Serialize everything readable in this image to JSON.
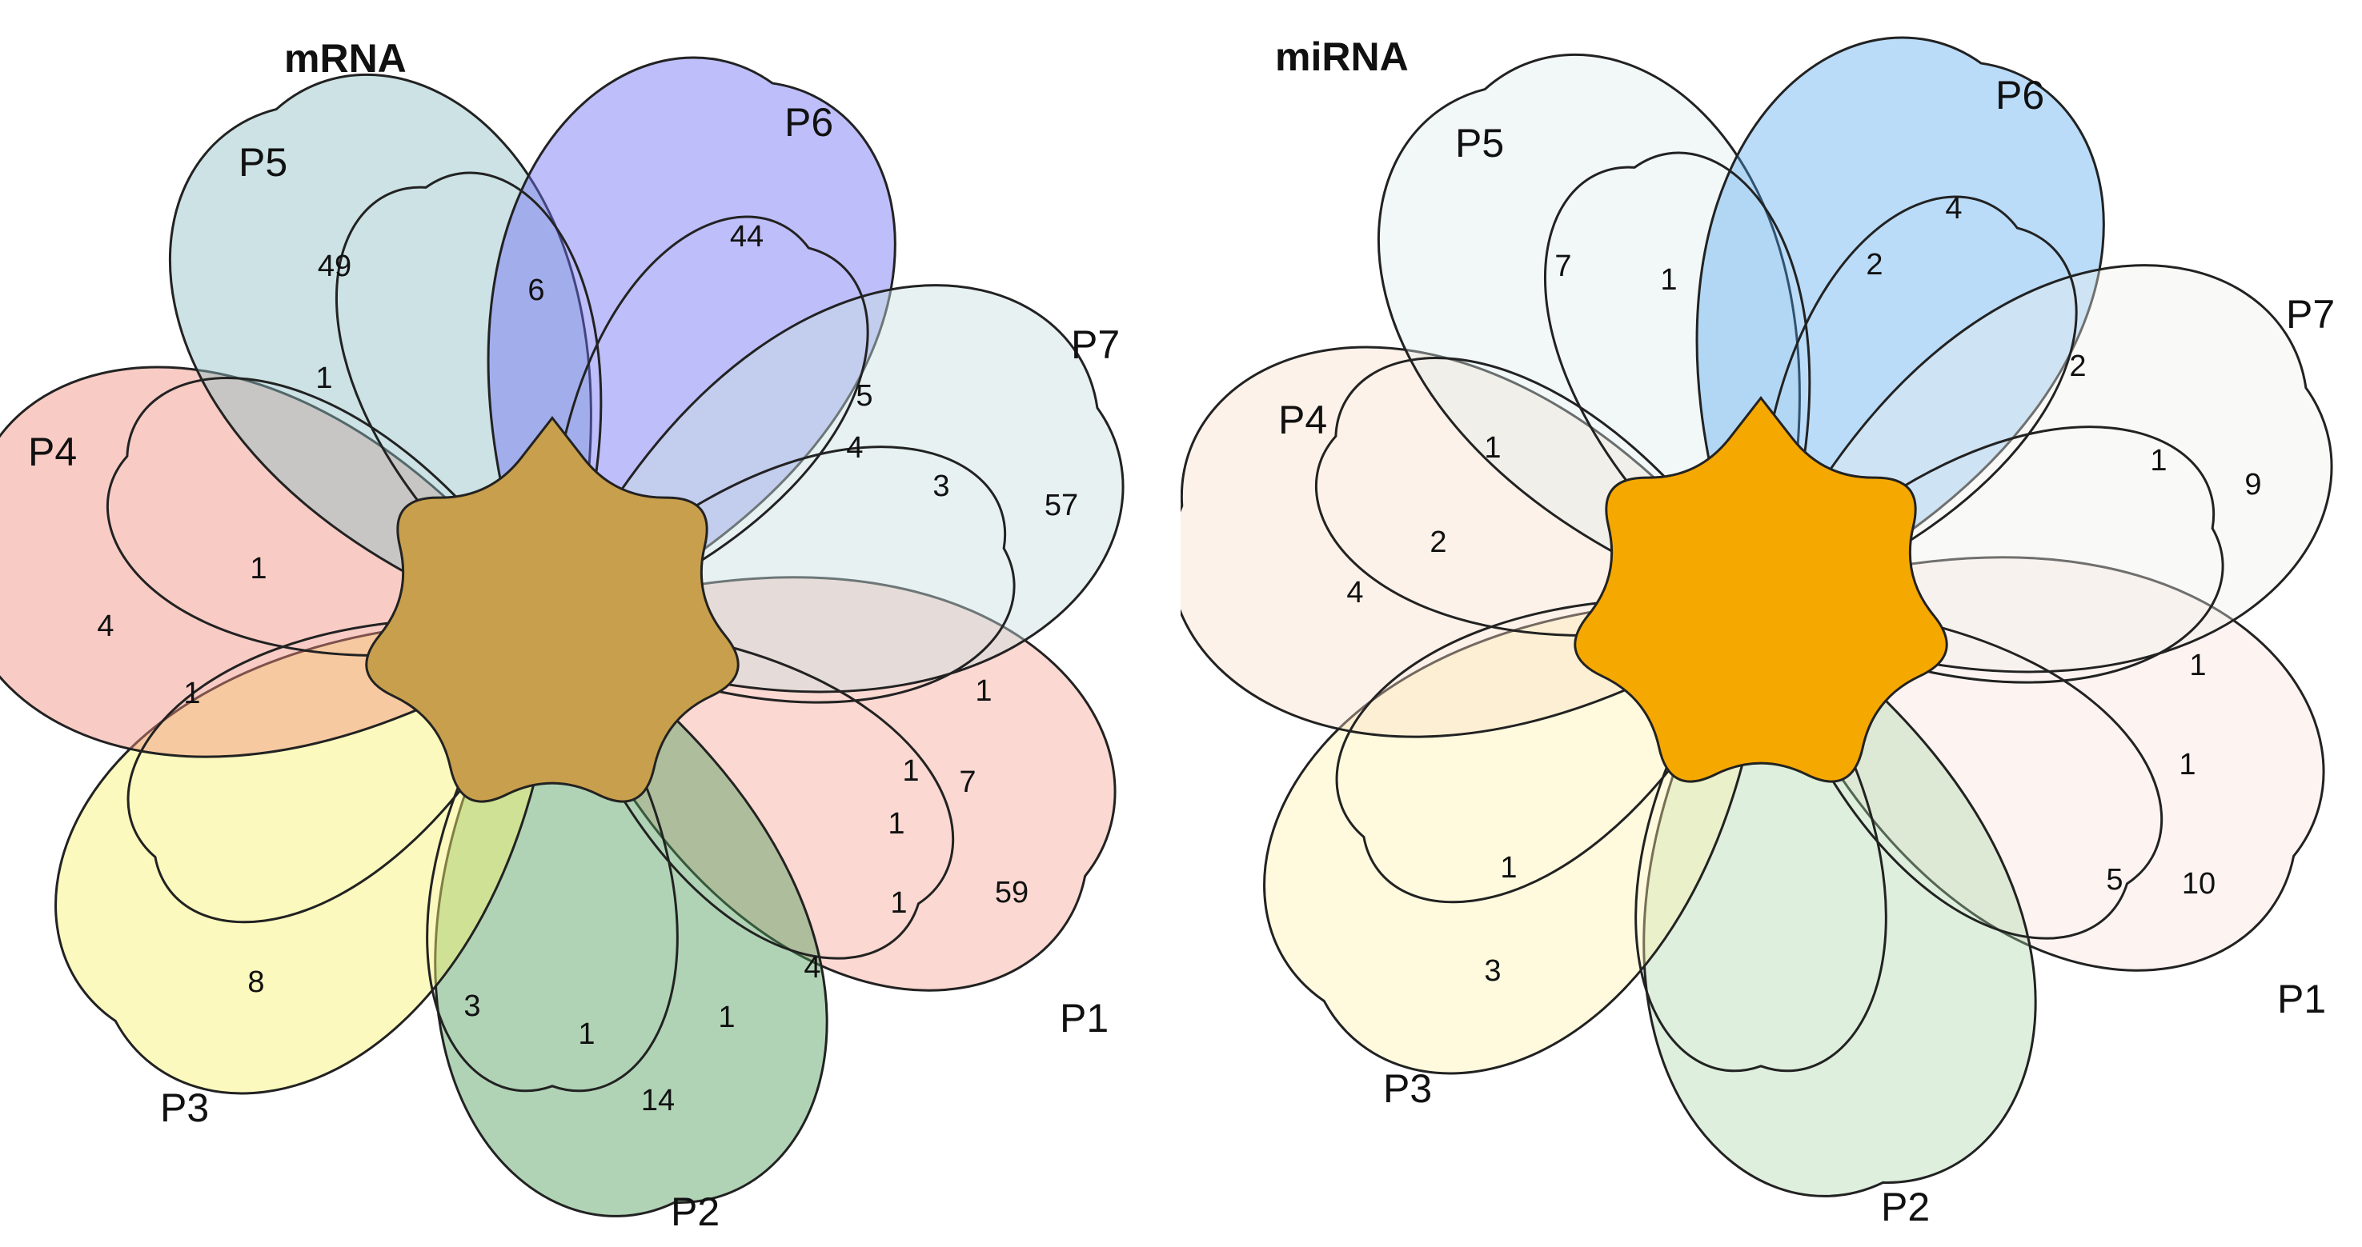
{
  "panels": [
    {
      "id": "mrna",
      "title": "mRNA",
      "core_color": "#c89f4c",
      "sets": [
        {
          "name": "P1",
          "color": "#f7a99a"
        },
        {
          "name": "P2",
          "color": "#4f9e5c"
        },
        {
          "name": "P3",
          "color": "#f7f26e"
        },
        {
          "name": "P4",
          "color": "#f08f7f"
        },
        {
          "name": "P5",
          "color": "#8fbfc4"
        },
        {
          "name": "P6",
          "color": "#6e6ef5"
        },
        {
          "name": "P7",
          "color": "#c9dfe0"
        }
      ],
      "counts": [
        "49",
        "44",
        "6",
        "1",
        "5",
        "4",
        "3",
        "57",
        "1",
        "4",
        "1",
        "1",
        "1",
        "7",
        "1",
        "59",
        "1",
        "4",
        "1",
        "14",
        "1",
        "3",
        "8"
      ]
    },
    {
      "id": "mirna",
      "title": "miRNA",
      "core_color": "#f5a800",
      "sets": [
        {
          "name": "P1",
          "color": "#fbe3dc"
        },
        {
          "name": "P2",
          "color": "#a9d6a6"
        },
        {
          "name": "P3",
          "color": "#fff3a8"
        },
        {
          "name": "P4",
          "color": "#fbdcc4"
        },
        {
          "name": "P5",
          "color": "#dcebe9"
        },
        {
          "name": "P6",
          "color": "#4aa3ee"
        },
        {
          "name": "P7",
          "color": "#eeeeea"
        }
      ],
      "counts": [
        "7",
        "1",
        "2",
        "4",
        "2",
        "1",
        "9",
        "1",
        "2",
        "4",
        "1",
        "1",
        "5",
        "10",
        "1",
        "3"
      ]
    }
  ]
}
